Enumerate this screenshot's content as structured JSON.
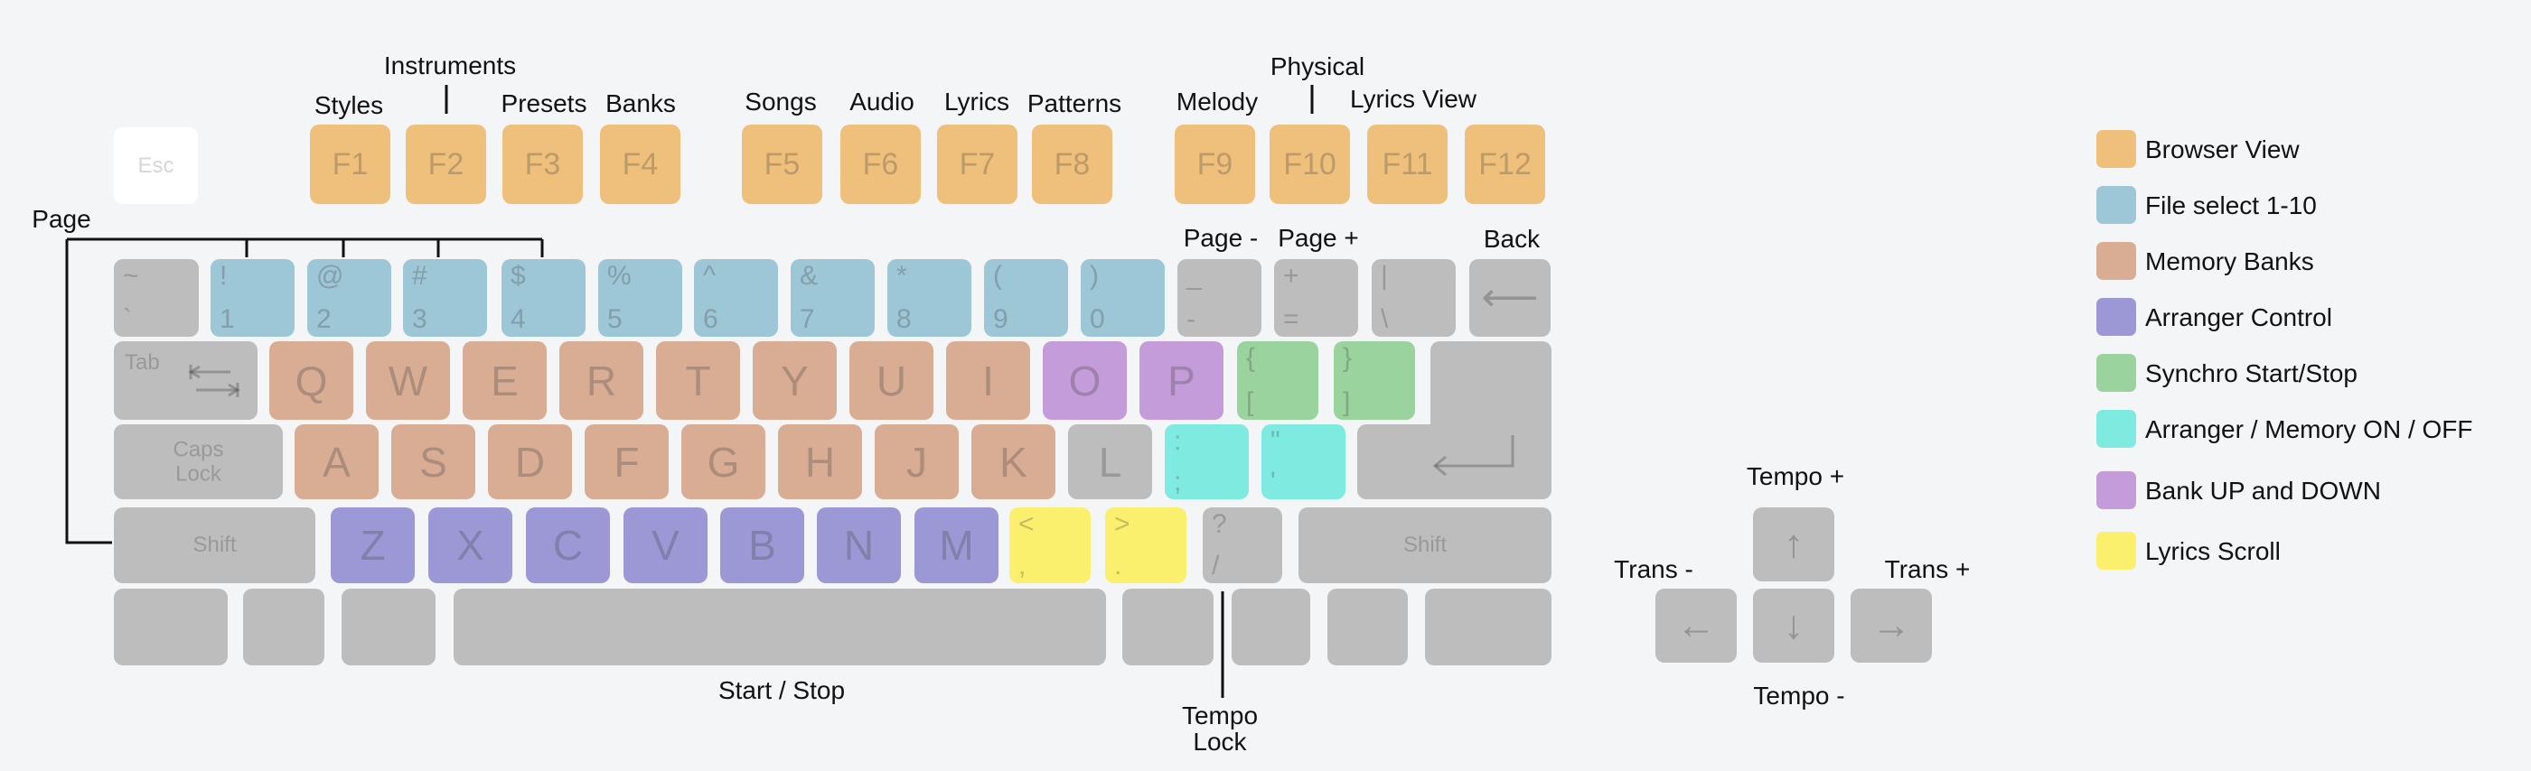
{
  "colors": {
    "browser_view": "#efc07b",
    "file_select": "#9dc6d6",
    "memory_banks": "#d9ad94",
    "arranger_control": "#9c98d6",
    "synchro": "#9ad39e",
    "arranger_memory": "#7eeae0",
    "bank_up_down": "#c49cd9",
    "lyrics_scroll": "#fbf06d",
    "neutral": "#bdbdbd",
    "esc": "#ffffff"
  },
  "keyboard": {
    "esc": "Esc",
    "f_keys": [
      "F1",
      "F2",
      "F3",
      "F4",
      "F5",
      "F6",
      "F7",
      "F8",
      "F9",
      "F10",
      "F11",
      "F12"
    ],
    "number_row": [
      {
        "top": "~",
        "bot": "`"
      },
      {
        "top": "!",
        "bot": "1"
      },
      {
        "top": "@",
        "bot": "2"
      },
      {
        "top": "#",
        "bot": "3"
      },
      {
        "top": "$",
        "bot": "4"
      },
      {
        "top": "%",
        "bot": "5"
      },
      {
        "top": "^",
        "bot": "6"
      },
      {
        "top": "&",
        "bot": "7"
      },
      {
        "top": "*",
        "bot": "8"
      },
      {
        "top": "(",
        "bot": "9"
      },
      {
        "top": ")",
        "bot": "0"
      },
      {
        "top": "_",
        "bot": "-"
      },
      {
        "top": "+",
        "bot": "="
      },
      {
        "top": "|",
        "bot": "\\"
      }
    ],
    "tab": "Tab",
    "qwerty_row": [
      "Q",
      "W",
      "E",
      "R",
      "T",
      "Y",
      "U",
      "I",
      "O",
      "P"
    ],
    "bracket_keys": [
      {
        "top": "{",
        "bot": "["
      },
      {
        "top": "}",
        "bot": "]"
      }
    ],
    "caps_lock": "Caps\nLock",
    "asdf_row": [
      "A",
      "S",
      "D",
      "F",
      "G",
      "H",
      "J",
      "K",
      "L"
    ],
    "semi_keys": [
      {
        "top": ":",
        "bot": ";"
      },
      {
        "top": "\"",
        "bot": "'"
      }
    ],
    "shift_left": "Shift",
    "zxcv_row": [
      "Z",
      "X",
      "C",
      "V",
      "B",
      "N",
      "M"
    ],
    "angle_keys": [
      {
        "top": "<",
        "bot": ","
      },
      {
        "top": ">",
        "bot": "."
      }
    ],
    "slash_key": {
      "top": "?",
      "bot": "/"
    },
    "shift_right": "Shift"
  },
  "annotations": {
    "instruments": "Instruments",
    "styles": "Styles",
    "presets": "Presets",
    "banks": "Banks",
    "songs": "Songs",
    "audio": "Audio",
    "lyrics": "Lyrics",
    "patterns": "Patterns",
    "physical": "Physical",
    "melody": "Melody",
    "lyrics_view": "Lyrics View",
    "page": "Page",
    "page_minus": "Page -",
    "page_plus": "Page +",
    "back": "Back",
    "start_stop": "Start / Stop",
    "tempo_lock": "Tempo\nLock",
    "tempo_plus": "Tempo +",
    "tempo_minus": "Tempo -",
    "trans_minus": "Trans -",
    "trans_plus": "Trans +"
  },
  "arrows": {
    "up": "↑",
    "down": "↓",
    "left": "←",
    "right": "→",
    "backspace": "⟵"
  },
  "legend": [
    {
      "label": "Browser View",
      "color": "#efc07b"
    },
    {
      "label": "File select 1-10",
      "color": "#9dc6d6"
    },
    {
      "label": "Memory Banks",
      "color": "#d9ad94"
    },
    {
      "label": "Arranger Control",
      "color": "#9c98d6"
    },
    {
      "label": "Synchro Start/Stop",
      "color": "#9ad39e"
    },
    {
      "label": "Arranger / Memory ON / OFF",
      "color": "#7eeae0"
    },
    {
      "label": "Bank UP and DOWN",
      "color": "#c49cd9"
    },
    {
      "label": "Lyrics Scroll",
      "color": "#fbf06d"
    }
  ]
}
